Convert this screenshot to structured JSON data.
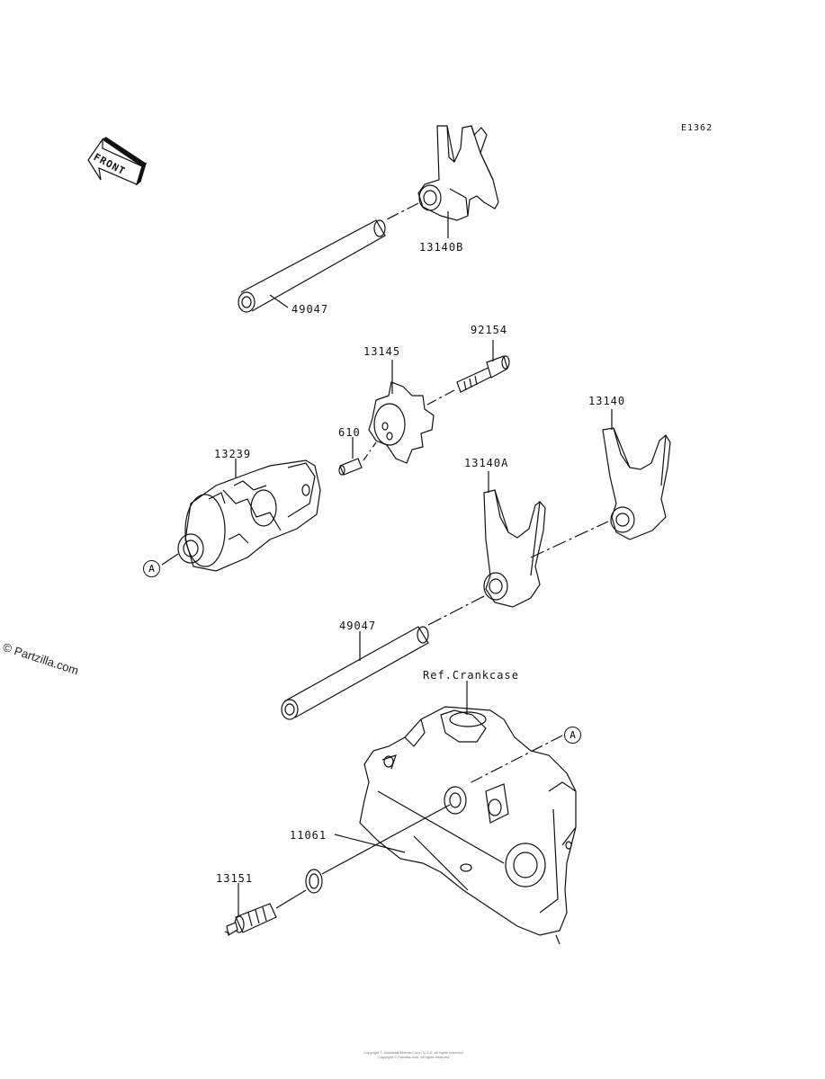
{
  "diagram_code": "E1362",
  "front_label": "FRONT",
  "watermark": "© Partzilla.com",
  "parts": {
    "fork_b": "13140B",
    "shaft_upper": "49047",
    "stopper": "13145",
    "bolt": "92154",
    "pin": "610",
    "drum": "13239",
    "fork": "13140",
    "fork_a": "13140A",
    "shaft_lower": "49047",
    "crankcase_ref": "Ref.Crankcase",
    "oring": "11061",
    "switch": "13151"
  },
  "ref_marks": {
    "left": "A",
    "right": "A"
  },
  "footer": {
    "line1": "Copyright © Kawasaki Motors Corp., U.S.A. All rights reserved.",
    "line2": "Copyright © Partzilla.com. All rights reserved."
  }
}
